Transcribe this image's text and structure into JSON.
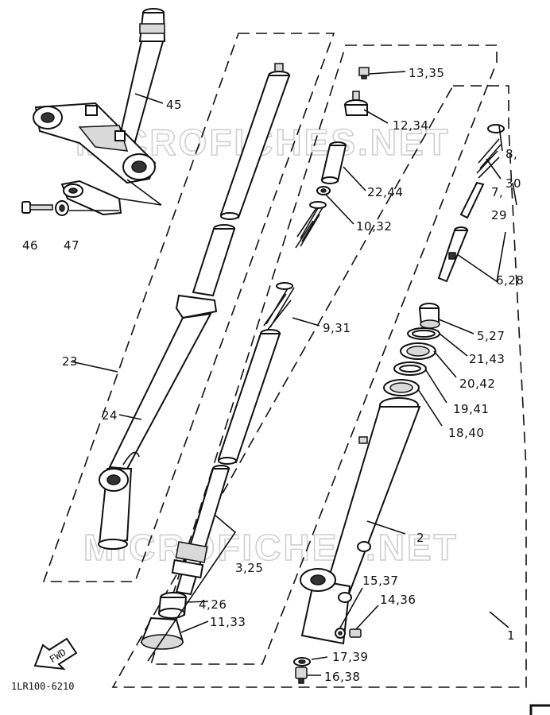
{
  "watermark": "MICROFICHES.NET",
  "diagram_code": "1LR100-6210",
  "fwd_label": "FWD",
  "callouts": {
    "c45": "45",
    "c46": "46",
    "c47": "47",
    "c23": "23",
    "c24": "24",
    "c13_35": "13,35",
    "c12_34": "12,34",
    "c22_44": "22,44",
    "c10_32": "10,32",
    "c9_31": "9,31",
    "c8": "8,",
    "c30": "30",
    "c7": "7,",
    "c29": "29",
    "c6_28": "6,28",
    "c5_27": "5,27",
    "c21_43": "21,43",
    "c20_42": "20,42",
    "c19_41": "19,41",
    "c18_40": "18,40",
    "c2": "2",
    "c3_25": "3,25",
    "c4_26": "4,26",
    "c11_33": "11,33",
    "c15_37": "15,37",
    "c14_36": "14,36",
    "c17_39": "17,39",
    "c16_38": "16,38",
    "c1": "1"
  }
}
